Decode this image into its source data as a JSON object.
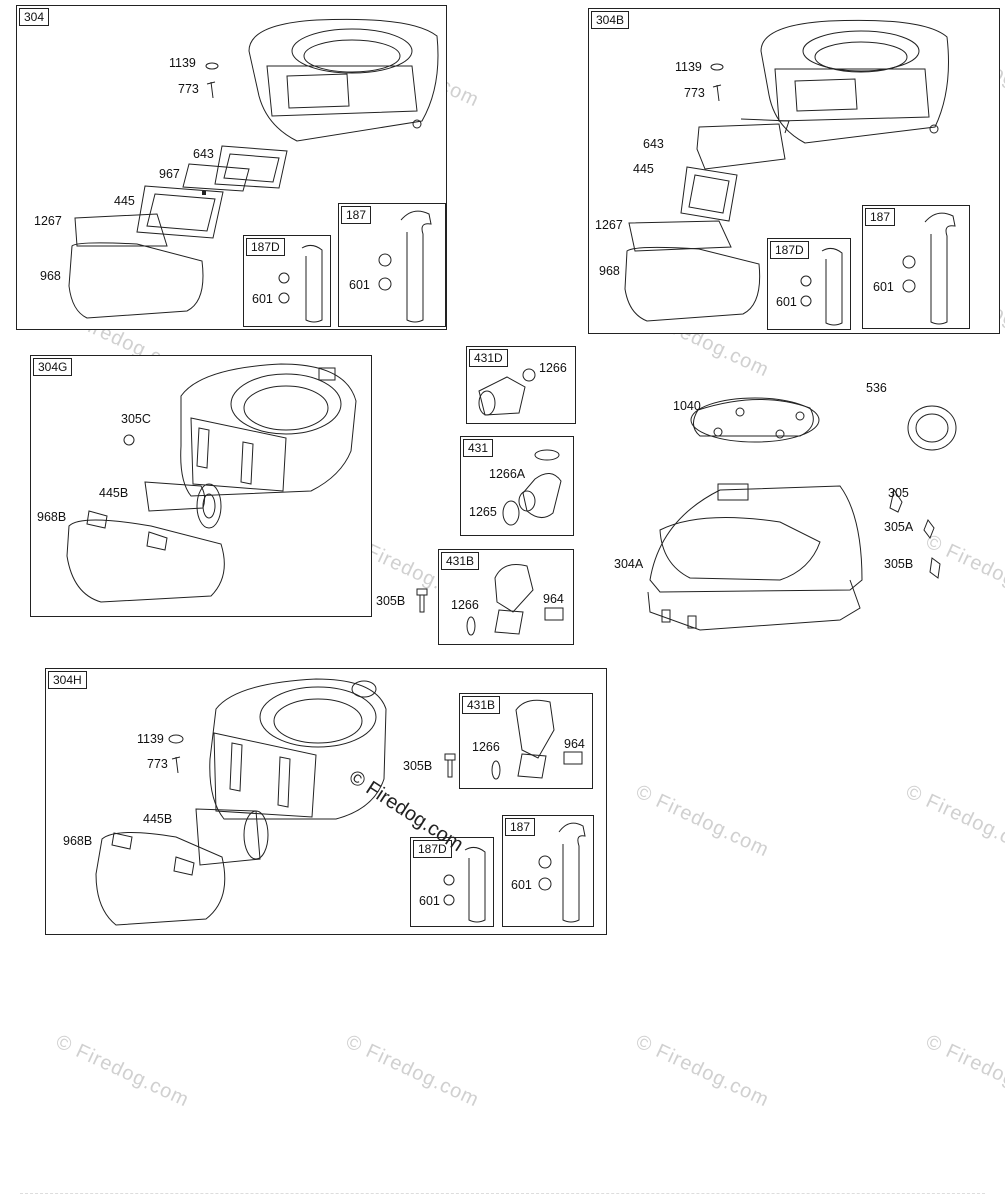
{
  "watermark": {
    "text": "© Firedog.com"
  },
  "panels": {
    "p304": {
      "tag": "304",
      "labels": {
        "l1139": "1139",
        "l773": "773",
        "l643": "643",
        "l967": "967",
        "l445": "445",
        "l1267": "1267",
        "l968": "968"
      },
      "inset1": {
        "tag": "187D",
        "l601": "601"
      },
      "inset2": {
        "tag": "187",
        "l601": "601"
      }
    },
    "p304b": {
      "tag": "304B",
      "labels": {
        "l1139": "1139",
        "l773": "773",
        "l643": "643",
        "l445": "445",
        "l1267": "1267",
        "l968": "968"
      },
      "inset1": {
        "tag": "187D",
        "l601": "601"
      },
      "inset2": {
        "tag": "187",
        "l601": "601"
      }
    },
    "p304g": {
      "tag": "304G",
      "labels": {
        "l305c": "305C",
        "l445b": "445B",
        "l968b": "968B"
      }
    },
    "p431d": {
      "tag": "431D",
      "l1266": "1266"
    },
    "p431": {
      "tag": "431",
      "l1266a": "1266A",
      "l1265": "1265"
    },
    "p431b": {
      "tag": "431B",
      "l305b": "305B",
      "l1266": "1266",
      "l964": "964"
    },
    "loose": {
      "l1040": "1040",
      "l536": "536",
      "l305": "305",
      "l305a": "305A",
      "l305b": "305B",
      "l304a": "304A"
    },
    "p304h": {
      "tag": "304H",
      "labels": {
        "l1139": "1139",
        "l773": "773",
        "l445b": "445B",
        "l968b": "968B"
      },
      "inset431b": {
        "tag": "431B",
        "l305b": "305B",
        "l1266": "1266",
        "l964": "964"
      },
      "inset1": {
        "tag": "187D",
        "l601": "601"
      },
      "inset2": {
        "tag": "187",
        "l601": "601"
      }
    }
  }
}
